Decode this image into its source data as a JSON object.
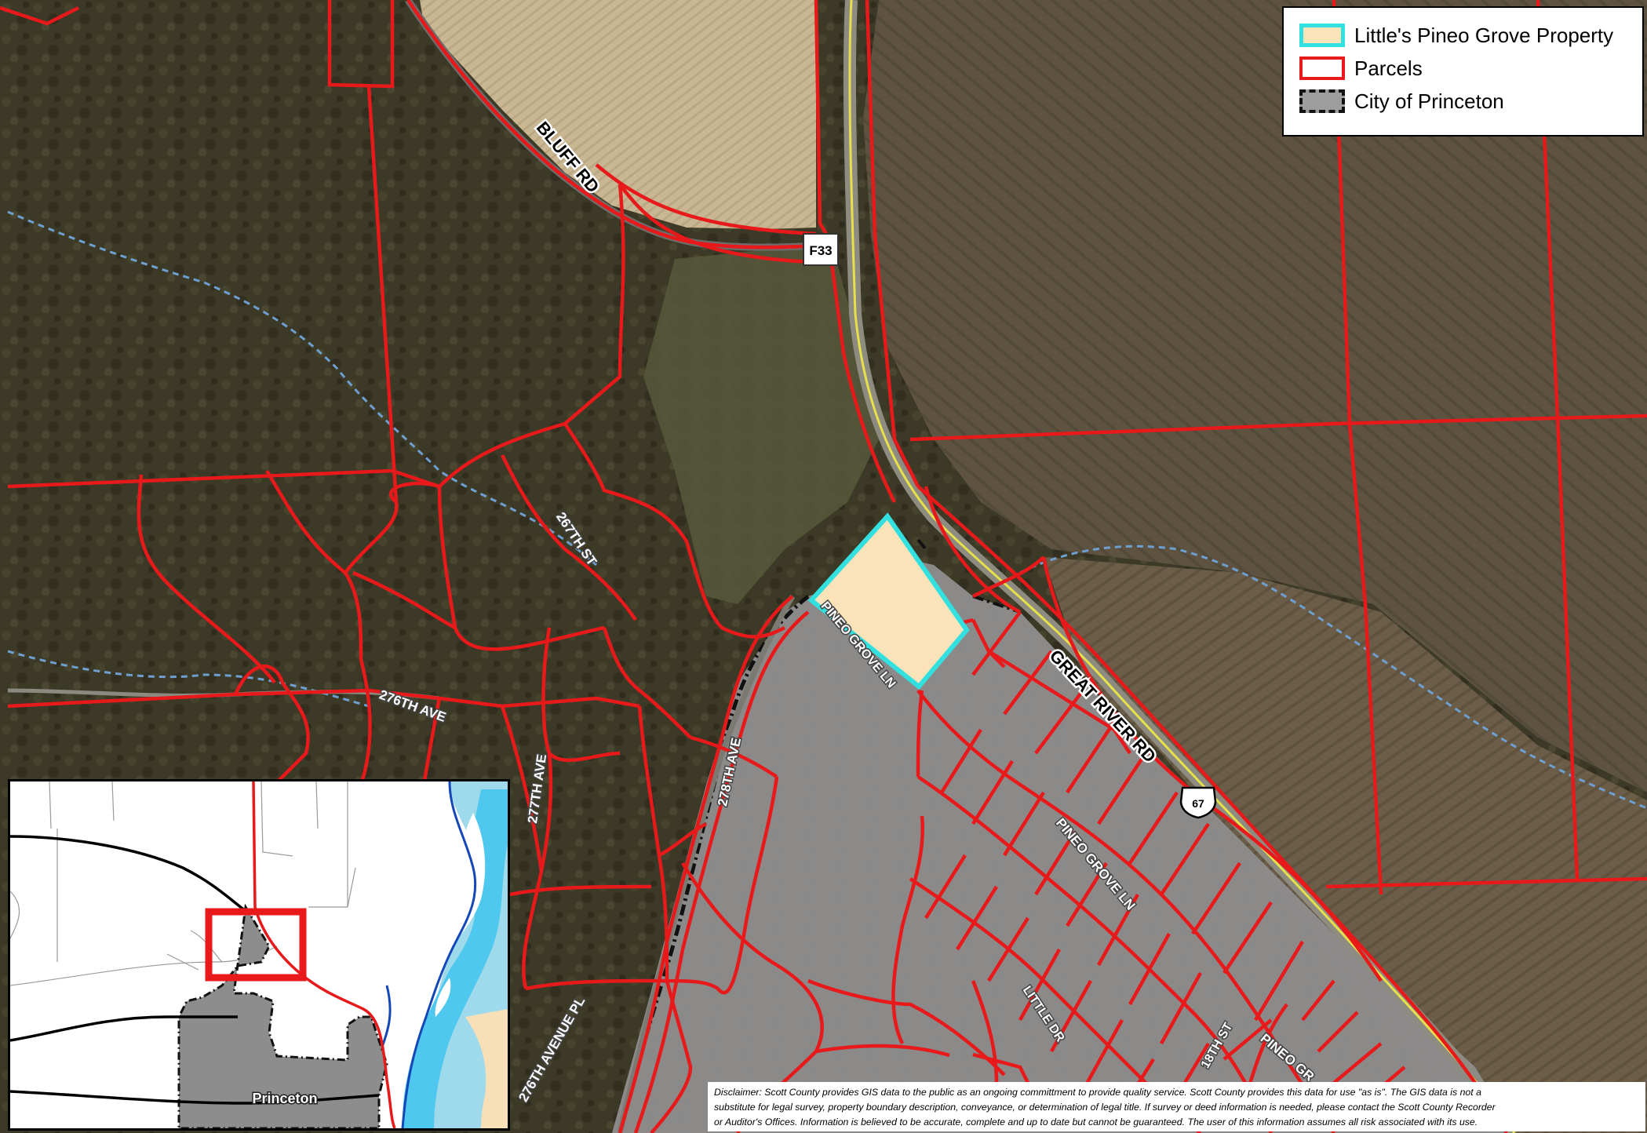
{
  "legend": {
    "items": [
      {
        "label": "Little's Pineo Grove Property",
        "fill": "#fbe3b9",
        "stroke": "#33e0e0",
        "style": "solid"
      },
      {
        "label": "Parcels",
        "fill": "#ffffff",
        "stroke": "#e8191b",
        "style": "solid"
      },
      {
        "label": "City of Princeton",
        "fill": "#9d9d9d",
        "stroke": "#111111",
        "style": "dash-dot"
      }
    ]
  },
  "road_labels": {
    "bluff_rd": "BLUFF RD",
    "f33": "F33",
    "st_267th": "267TH ST",
    "ave_276th": "276TH AVE",
    "ave_277th": "277TH AVE",
    "ave_278th": "278TH AVE",
    "pineo_grove_ln_1": "PINEO GROVE LN",
    "pineo_grove_ln_2": "PINEO GROVE LN",
    "pineo_grove_ln_3": "PINEO GR",
    "great_river_rd": "GREAT RIVER RD",
    "us_67": "67",
    "little_dr": "LITTLE DR",
    "st_18th": "18TH ST",
    "ave_pl_276th": "276TH AVENUE PL"
  },
  "inset": {
    "city_label": "Princeton"
  },
  "disclaimer": {
    "line1": "Disclaimer:  Scott County provides GIS data to the public as an ongoing committment to provide quality service.  Scott County provides this data for use \"as is\".  The GIS data is not a",
    "line2": "substitute for legal survey, property boundary description, conveyance, or determination of legal title. If survey or deed information is needed, please contact the Scott County Recorder",
    "line3": "or Auditor's Offices.  Information is believed to be accurate, complete and up to date but cannot be guaranteed.  The user of this information assumes all risk associated with its use."
  },
  "colors": {
    "forest": "#3c3a26",
    "field_light": "#c7b690",
    "field_dark": "#5d5340",
    "city_gray": "#8d8c8c",
    "parcel_red": "#e8191b",
    "property_cyan": "#33e0e0",
    "property_fill": "#fbe3b9",
    "water_light": "#9fd9ec",
    "water_bright": "#4ec8ee",
    "water_dark": "#1447b8"
  }
}
